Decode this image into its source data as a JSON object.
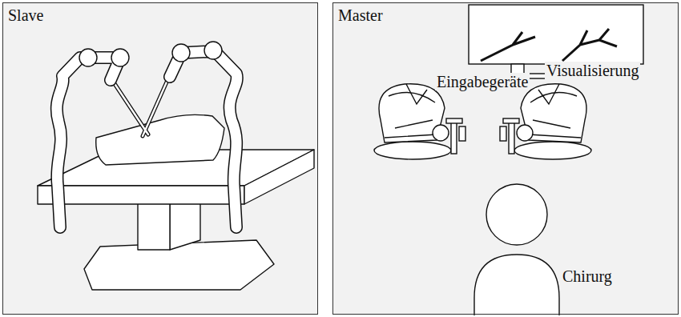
{
  "diagram": {
    "nodes": [
      {
        "text": [
          "Slave"
        ]
      },
      {
        "text": [
          "Master"
        ]
      }
    ],
    "labels": [
      "Visualisierung",
      "Eingabegeräte",
      "Chirurg"
    ]
  }
}
